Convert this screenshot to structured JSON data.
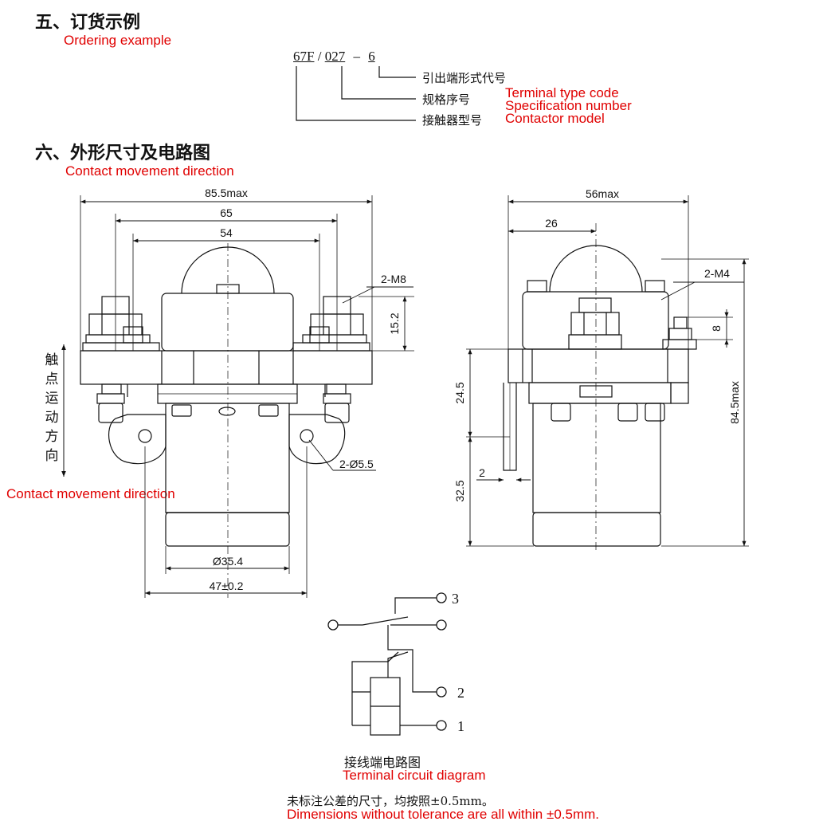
{
  "section5": {
    "title_cn": "五、订货示例",
    "title_en": "Ordering example",
    "code_model": "67F",
    "code_sep1": "/",
    "code_spec": "027",
    "code_sep2": "–",
    "code_term": "6",
    "label_term_cn": "引出端形式代号",
    "label_spec_cn": "规格序号",
    "label_model_cn": "接触器型号",
    "label_term_en": "Terminal type code",
    "label_spec_en": "Specification number",
    "label_model_en": "Contactor model"
  },
  "section6": {
    "title_cn": "六、外形尺寸及电路图",
    "title_en": "Contact movement direction",
    "side_label_cn": "触点运动方向",
    "side_label_en": "Contact movement direction"
  },
  "front_view": {
    "dim_overall": "85.5max",
    "dim_65": "65",
    "dim_54": "54",
    "dim_thread": "2-M8",
    "dim_height": "15.2",
    "dim_holes": "2-Ø5.5",
    "dim_diameter": "Ø35.4",
    "dim_base": "47±0.2"
  },
  "side_view": {
    "dim_overall": "56max",
    "dim_26": "26",
    "dim_thread": "2-M4",
    "dim_8": "8",
    "dim_24_5": "24.5",
    "dim_2": "2",
    "dim_32_5": "32.5",
    "dim_height": "84.5max"
  },
  "circuit": {
    "terminal_3": "3",
    "terminal_2": "2",
    "terminal_1": "1",
    "caption_cn": "接线端电路图",
    "caption_en": "Terminal circuit diagram"
  },
  "note": {
    "text_cn": "未标注公差的尺寸，均按照±0.5mm。",
    "text_en": "Dimensions without tolerance are all within ±0.5mm."
  }
}
